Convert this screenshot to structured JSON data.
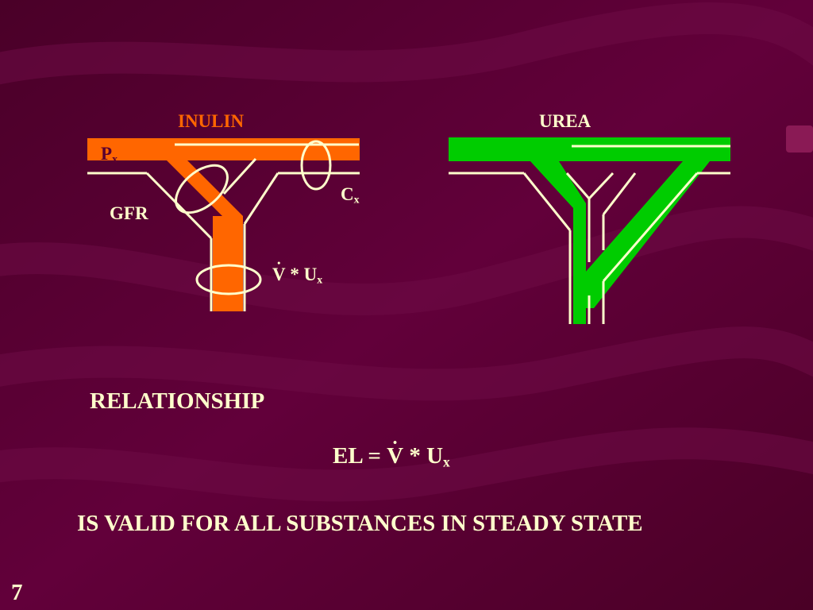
{
  "slide": {
    "page_number": "7",
    "colors": {
      "background": "#5a0030",
      "text": "#ffffcc",
      "inulin": "#ff6600",
      "urea": "#00cc00"
    }
  },
  "inulin": {
    "title": "INULIN",
    "plasma_label": "P",
    "plasma_sub": "x",
    "gfr_label": "GFR",
    "clearance_label": "C",
    "clearance_sub": "x",
    "urine_label_v": "V",
    "urine_label_mid": " * U",
    "urine_sub": "x"
  },
  "urea": {
    "title": "UREA"
  },
  "relationship": {
    "heading": "RELATIONSHIP",
    "eq_lhs": "EL = ",
    "eq_v": "V",
    "eq_mid": " * U",
    "eq_sub": "x",
    "conclusion": "IS VALID FOR ALL SUBSTANCES IN STEADY STATE"
  }
}
